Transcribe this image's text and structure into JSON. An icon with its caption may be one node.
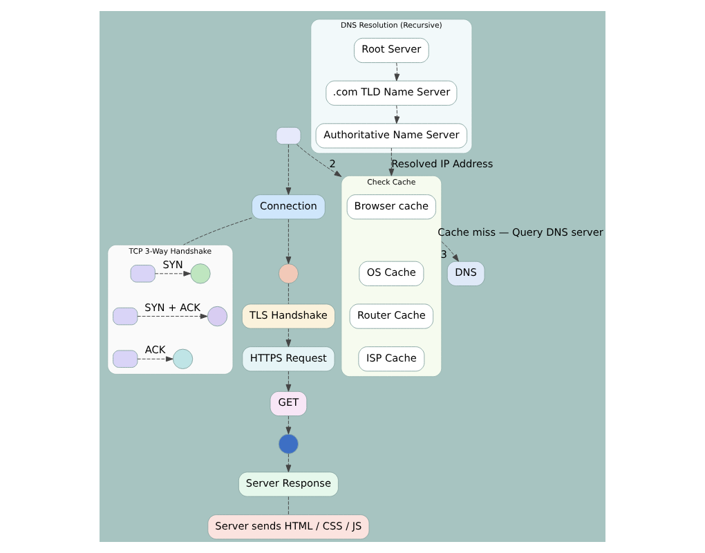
{
  "diagram": {
    "nodes": [
      {
        "text": [],
        "shape": "box"
      },
      {
        "text": [
          "Check Cache"
        ]
      },
      {
        "text": [
          "Browser cache"
        ],
        "in": 1
      },
      {
        "text": [
          "OS Cache"
        ],
        "in": 1
      },
      {
        "text": [
          "Router Cache"
        ],
        "in": 1
      },
      {
        "text": [
          "ISP Cache"
        ],
        "in": 1
      },
      {
        "text": [
          "DNS"
        ],
        "beside": [
          "3"
        ]
      },
      {
        "text": [
          "DNS Resolution (Recursive)"
        ]
      },
      {
        "text": [
          "Root Server"
        ],
        "in": 7
      },
      {
        "text": [
          ".com TLD Name Server"
        ],
        "in": 7
      },
      {
        "text": [
          "Authoritative Name Server"
        ],
        "in": 7
      },
      {
        "text": [
          "Connection"
        ]
      },
      {
        "text": [
          "TCP 3-Way Handshake"
        ]
      },
      {
        "text": [],
        "shape": "box",
        "in": 12
      },
      {
        "text": [],
        "shape": "circle",
        "in": 12
      },
      {
        "text": [],
        "shape": "box",
        "in": 12
      },
      {
        "text": [],
        "shape": "circle",
        "in": 12
      },
      {
        "text": [],
        "shape": "box",
        "in": 12
      },
      {
        "text": [],
        "shape": "circle",
        "in": 12
      },
      {
        "text": [],
        "shape": "circle"
      },
      {
        "text": [
          "TLS Handshake"
        ]
      },
      {
        "text": [
          "HTTPS Request"
        ]
      },
      {
        "text": [
          "GET"
        ]
      },
      {
        "text": [],
        "shape": "circle"
      },
      {
        "text": [
          "Server Response"
        ]
      },
      {
        "text": [
          "Server sends HTML / CSS / JS"
        ]
      }
    ],
    "edges": [
      {
        "from": 0,
        "to": 1,
        "arrow": "to",
        "label": "2",
        "style": "dashed"
      },
      {
        "from": 1,
        "to": 6,
        "arrow": "to",
        "label": "Cache miss — Query DNS server",
        "style": "dashed"
      },
      {
        "from": 8,
        "to": 9,
        "arrow": "to",
        "style": "dashed"
      },
      {
        "from": 9,
        "to": 10,
        "arrow": "to",
        "style": "dashed"
      },
      {
        "from": 10,
        "to": 1,
        "arrow": "to",
        "label": "Resolved IP Address",
        "style": "dashed"
      },
      {
        "from": 0,
        "to": 11,
        "arrow": "to",
        "style": "dashed"
      },
      {
        "from": 11,
        "to": 12,
        "arrow": "none",
        "style": "dashed"
      },
      {
        "from": 13,
        "to": 14,
        "arrow": "to",
        "label": "SYN",
        "style": "dashed"
      },
      {
        "from": 15,
        "to": 16,
        "arrow": "to",
        "label": "SYN + ACK",
        "style": "dashed"
      },
      {
        "from": 17,
        "to": 18,
        "arrow": "to",
        "label": "ACK",
        "style": "dashed"
      },
      {
        "from": 11,
        "to": 19,
        "arrow": "to",
        "style": "dashed"
      },
      {
        "from": 19,
        "to": 20,
        "arrow": "none",
        "style": "dashed"
      },
      {
        "from": 20,
        "to": 21,
        "arrow": "to",
        "style": "dashed"
      },
      {
        "from": 21,
        "to": 22,
        "arrow": "to",
        "style": "dashed"
      },
      {
        "from": 22,
        "to": 23,
        "arrow": "to",
        "style": "dashed"
      },
      {
        "from": 23,
        "to": 24,
        "arrow": "to",
        "style": "dashed"
      },
      {
        "from": 24,
        "to": 25,
        "arrow": "none",
        "style": "dashed"
      }
    ]
  }
}
